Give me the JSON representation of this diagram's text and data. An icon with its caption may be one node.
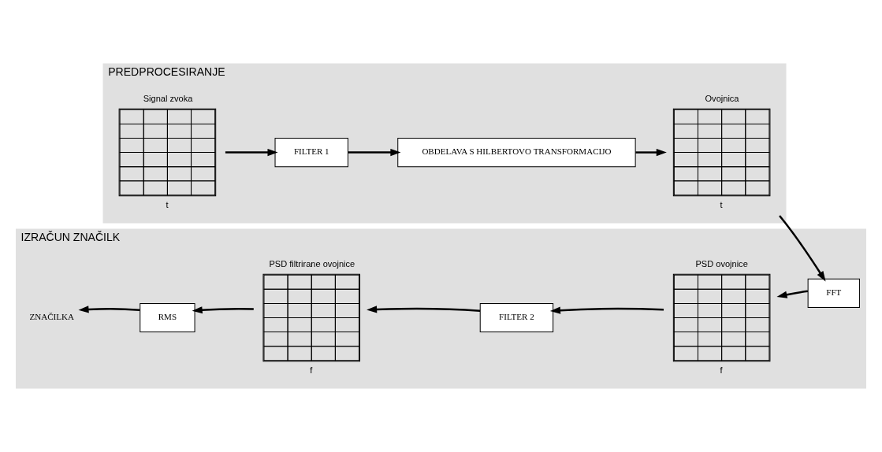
{
  "diagram": {
    "nodes": [
      {
        "text": [
          "PREDPROCESIRANJE"
        ]
      },
      {
        "text": [
          "Signal zvoka",
          "t"
        ],
        "in": 0
      },
      {
        "text": [
          "FILTER 1"
        ],
        "in": 0
      },
      {
        "text": [
          "OBDELAVA S HILBERTOVO TRANSFORMACIJO"
        ],
        "in": 0
      },
      {
        "text": [
          "Ovojnica",
          "t"
        ],
        "in": 0
      },
      {
        "text": [
          "IZRAČUN ZNAČILK"
        ]
      },
      {
        "text": [
          "FFT"
        ],
        "in": 5
      },
      {
        "text": [
          "PSD ovojnice",
          "f"
        ],
        "in": 5
      },
      {
        "text": [
          "FILTER 2"
        ],
        "in": 5
      },
      {
        "text": [
          "PSD filtrirane ovojnice",
          "f"
        ],
        "in": 5
      },
      {
        "text": [
          "RMS"
        ],
        "in": 5
      },
      {
        "text": [
          "ZNAČILKA"
        ],
        "in": 5
      }
    ],
    "edges": [
      {
        "from": 1,
        "to": 2,
        "arrow": "to"
      },
      {
        "from": 2,
        "to": 3,
        "arrow": "to"
      },
      {
        "from": 3,
        "to": 4,
        "arrow": "to"
      },
      {
        "from": 4,
        "to": 6,
        "arrow": "to"
      },
      {
        "from": 6,
        "to": 7,
        "arrow": "to"
      },
      {
        "from": 7,
        "to": 8,
        "arrow": "to"
      },
      {
        "from": 8,
        "to": 9,
        "arrow": "to"
      },
      {
        "from": 9,
        "to": 10,
        "arrow": "to"
      },
      {
        "from": 10,
        "to": 11,
        "arrow": "to"
      }
    ]
  }
}
